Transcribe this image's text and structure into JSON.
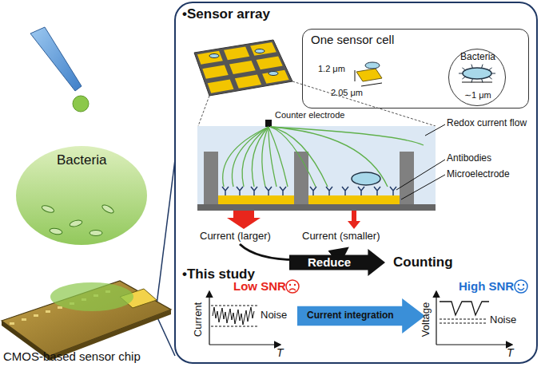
{
  "diagram": {
    "nodes": [
      {
        "text": [
          "One sensor cell"
        ]
      },
      {
        "text": [
          "Bacteria",
          "∼1 μm"
        ],
        "in": 0
      },
      {
        "text": [
          "Reduce"
        ]
      },
      {
        "text": [
          "Current integration"
        ]
      },
      {
        "text": [
          "Bacteria"
        ]
      }
    ],
    "labels": [
      "•Sensor array",
      "1.2 μm",
      "2.05 μm",
      "Counter electrode",
      "Redox current flow",
      "Antibodies",
      "Microelectrode",
      "Current (larger)",
      "Current (smaller)",
      "Counting",
      "•This study",
      "Low SNR",
      "Current",
      "Noise",
      "T",
      "High SNR",
      "Voltage",
      "Noise",
      "T",
      "CMOS-based sensor chip"
    ]
  }
}
